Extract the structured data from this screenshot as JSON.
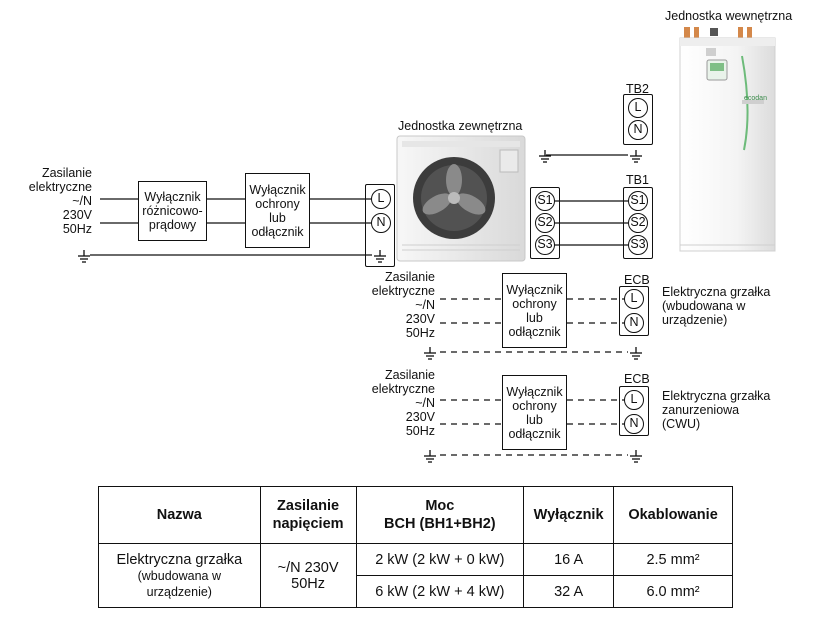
{
  "units": {
    "indoor_label": "Jednostka wewnętrzna",
    "outdoor_label": "Jednostka zewnętrzna",
    "indoor_brand": "ecodan"
  },
  "supply_main": {
    "lines": [
      "Zasilanie",
      "elektryczne",
      "~/N",
      "230V",
      "50Hz"
    ]
  },
  "boxes": {
    "rcd": [
      "Wyłącznik",
      "różnicowo-",
      "prądowy"
    ],
    "breaker": [
      "Wyłącznik",
      "ochrony",
      "lub",
      "odłącznik"
    ]
  },
  "terminals": {
    "outdoor": [
      "L",
      "N"
    ],
    "signal": [
      "S1",
      "S2",
      "S3"
    ],
    "power": [
      "L",
      "N"
    ]
  },
  "blocks": {
    "tb2": "TB2",
    "tb1": "TB1",
    "ecb1": "ECB",
    "ecb2": "ECB"
  },
  "supply_ecb": {
    "lines": [
      "Zasilanie",
      "elektryczne",
      "~/N",
      "230V",
      "50Hz"
    ]
  },
  "heaters": {
    "booster": [
      "Elektryczna grzałka",
      "(wbudowana w",
      " urządzenie)"
    ],
    "immersion": [
      "Elektryczna grzałka",
      "zanurzeniowa",
      "(CWU)"
    ]
  },
  "table": {
    "headers": {
      "name": "Nazwa",
      "supply_1": "Zasilanie",
      "supply_2": "napięciem",
      "power_1": "Moc",
      "power_2": "BCH (BH1+BH2)",
      "breaker": "Wyłącznik",
      "wiring": "Okablowanie"
    },
    "name_main": "Elektryczna grzałka",
    "name_sub_1": "(wbudowana w",
    "name_sub_2": "urządzenie)",
    "supply_1": "~/N 230V",
    "supply_2": "50Hz",
    "rows": [
      {
        "power": "2 kW (2 kW + 0 kW)",
        "breaker": "16 A",
        "wiring": "2.5 mm²"
      },
      {
        "power": "6 kW (2 kW + 4 kW)",
        "breaker": "32 A",
        "wiring": "6.0 mm²"
      }
    ]
  },
  "colors": {
    "line": "#111111",
    "panel_green": "#3a8a4a"
  }
}
